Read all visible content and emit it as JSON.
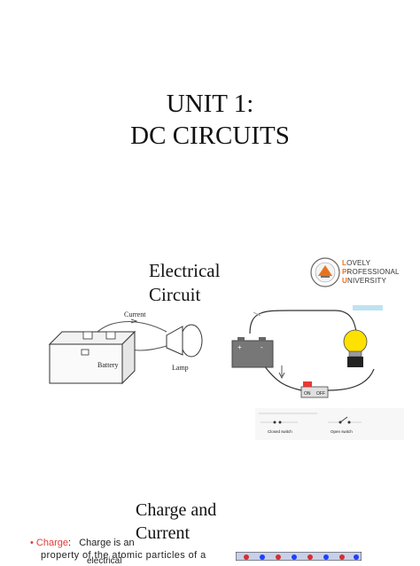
{
  "slide1": {
    "title_line1": "UNIT 1:",
    "title_line2": "DC CIRCUITS"
  },
  "slide2": {
    "title_line1": "Electrical",
    "title_line2": "Circuit",
    "logo": {
      "line1_initial": "L",
      "line1_rest": "OVELY",
      "line2_initial": "P",
      "line2_rest": "ROFESSIONAL",
      "line3_initial": "U",
      "line3_rest": "NIVERSITY"
    },
    "diagram1": {
      "current_label": "Current",
      "battery_label": "Battery",
      "lamp_label": "Lamp"
    },
    "diagram2": {
      "switch_on": "ON",
      "switch_off": "OFF",
      "closed_switch": "Closed switch",
      "open_switch": "Open switch",
      "plus": "+",
      "minus": "-"
    }
  },
  "slide3": {
    "title_line1": "Charge and",
    "title_line2": "Current",
    "bullet": "•",
    "charge_keyword": "Charge",
    "charge_colon": ":",
    "charge_text": "Charge    is    an",
    "line2": "property of the atomic particles of a",
    "line3": "electrical"
  },
  "colors": {
    "accent_red": "#e53935",
    "logo_orange": "#e8731e",
    "bulb_yellow": "#ffe100"
  }
}
